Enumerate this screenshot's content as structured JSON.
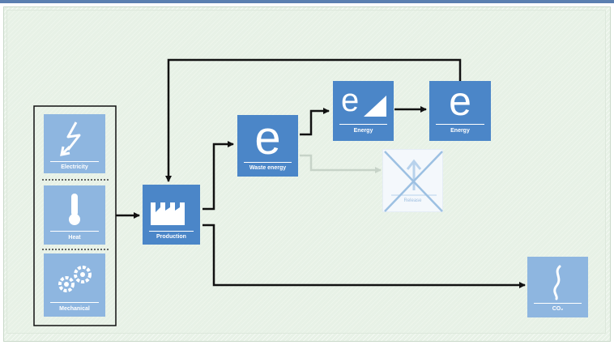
{
  "diagram": {
    "sources": [
      {
        "label": "Electricity",
        "icon": "lightning-icon"
      },
      {
        "label": "Heat",
        "icon": "thermometer-icon"
      },
      {
        "label": "Mechanical",
        "icon": "gears-icon"
      }
    ],
    "production": {
      "label": "Production",
      "icon": "factory-icon"
    },
    "waste_energy": {
      "label": "Waste energy",
      "letter": "e"
    },
    "energy_store": {
      "label": "Energy",
      "letter": "e"
    },
    "energy_out": {
      "label": "Energy",
      "letter": "e"
    },
    "release": {
      "label": "Release",
      "icon": "release-icon"
    },
    "exhaust": {
      "label": "CO₂",
      "icon": "steam-icon"
    }
  },
  "colors": {
    "tile": "#4b86c8",
    "tile_pale": "#8eb6e0",
    "arrow": "#111111",
    "arrow_faded": "#c7d3c8",
    "cross": "#9cc0e2",
    "background": "#e7f1e6"
  }
}
